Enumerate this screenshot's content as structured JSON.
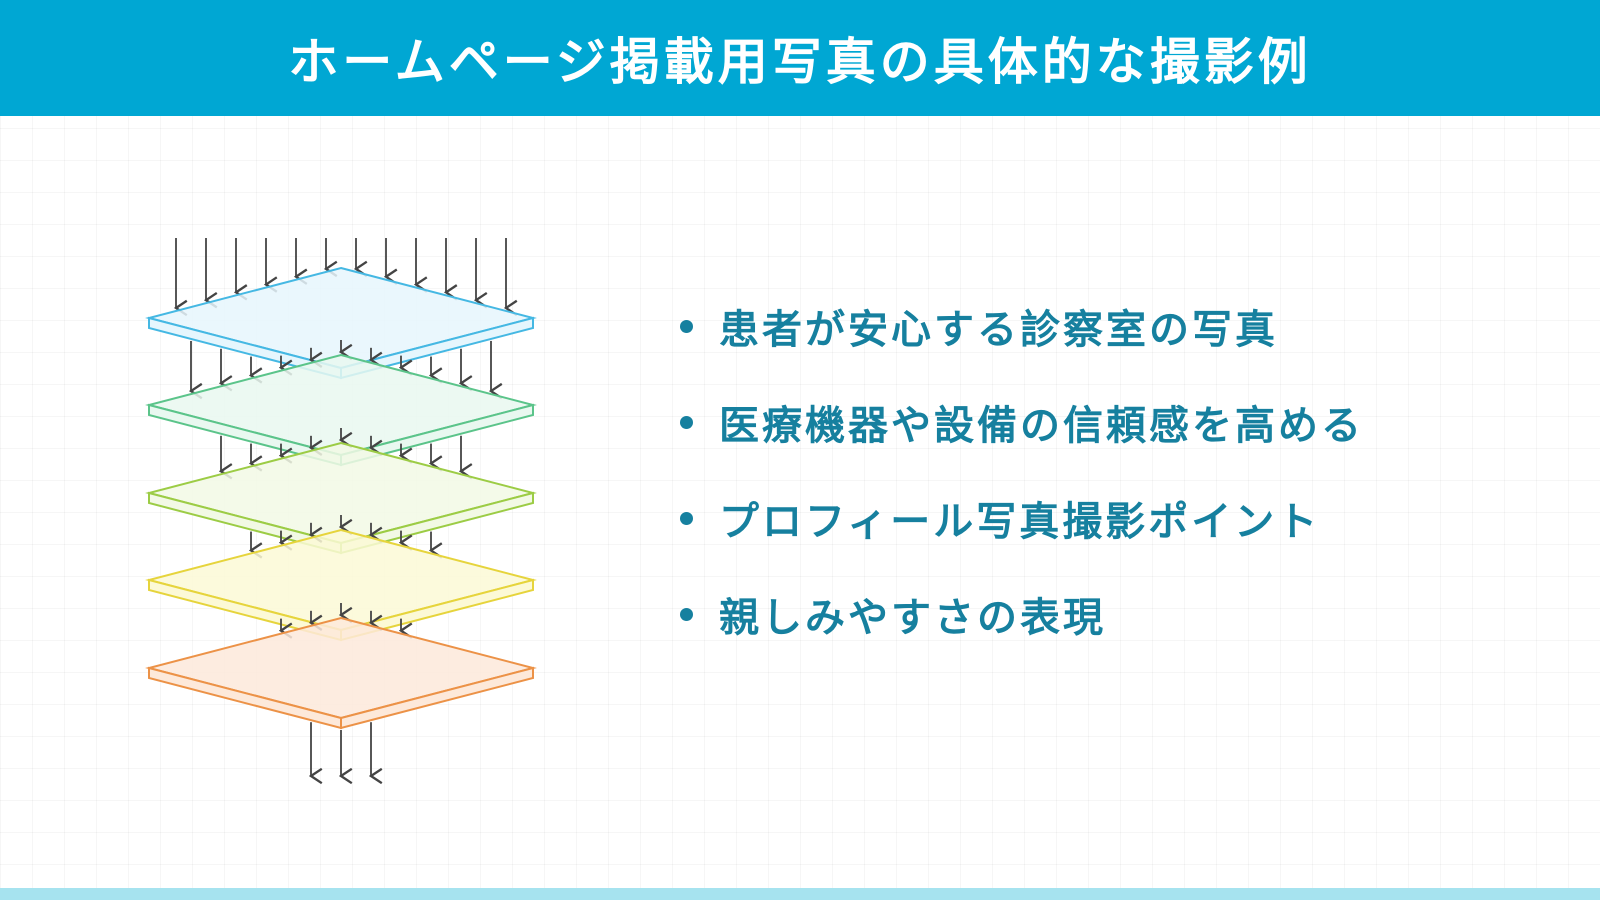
{
  "header": {
    "title": "ホームページ掲載用写真の具体的な撮影例"
  },
  "bullets": [
    {
      "text": "患者が安心する診察室の写真"
    },
    {
      "text": "医療機器や設備の信頼感を高める"
    },
    {
      "text": "プロフィール写真撮影ポイント"
    },
    {
      "text": "親しみやすさの表現"
    }
  ],
  "colors": {
    "header_bg": "#00a7d3",
    "bullet_text": "#16809f",
    "footer_bar": "#a6e3ef"
  },
  "diagram": {
    "layers": [
      {
        "name": "layer-blue",
        "stroke": "#45b8e3",
        "fill": "#e6f6fd",
        "arrows_through": 12
      },
      {
        "name": "layer-green",
        "stroke": "#5bc48a",
        "fill": "#e9f8f0",
        "arrows_through": 11
      },
      {
        "name": "layer-lime",
        "stroke": "#9ccc45",
        "fill": "#f2f9e5",
        "arrows_through": 9
      },
      {
        "name": "layer-yellow",
        "stroke": "#e6d43c",
        "fill": "#fcf9d6",
        "arrows_through": 7
      },
      {
        "name": "layer-orange",
        "stroke": "#ec9247",
        "fill": "#fde9da",
        "arrows_through": 5
      }
    ],
    "output_arrows": 3,
    "arrow_color": "#444444"
  }
}
